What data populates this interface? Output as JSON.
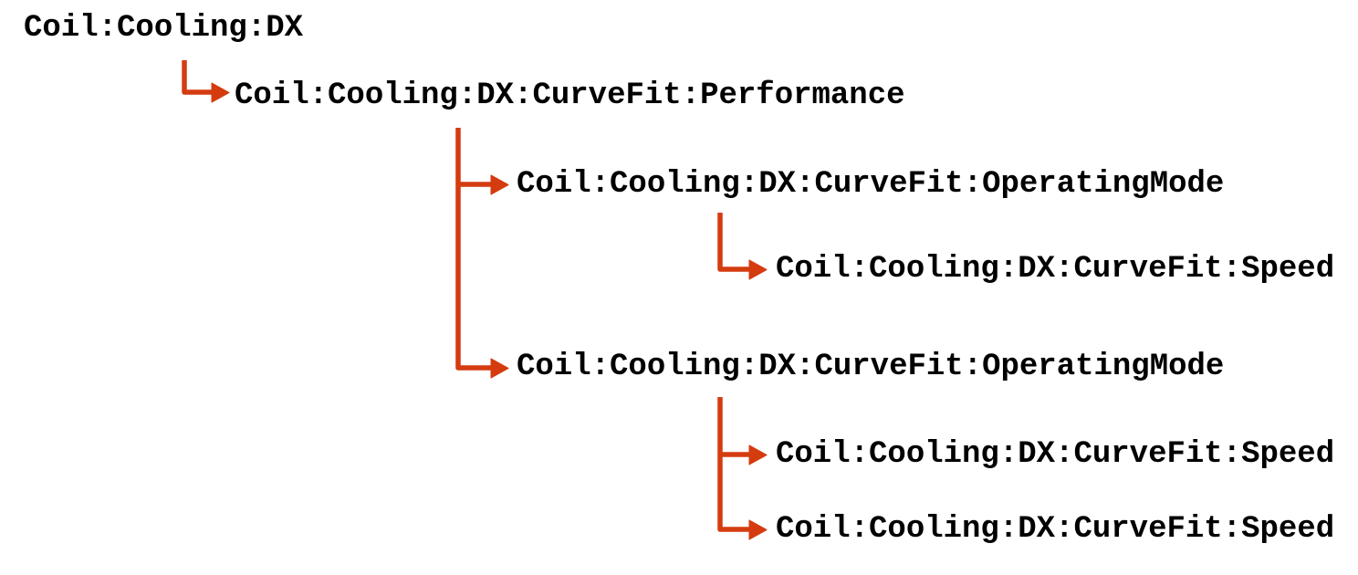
{
  "colors": {
    "arrow": "#d43c10",
    "text": "#000000",
    "background": "#ffffff"
  },
  "diagram": {
    "nodes": [
      {
        "id": "coil-cooling-dx",
        "label": "Coil:Cooling:DX",
        "level": 0,
        "parent": null
      },
      {
        "id": "curvefit-performance",
        "label": "Coil:Cooling:DX:CurveFit:Performance",
        "level": 1,
        "parent": "coil-cooling-dx"
      },
      {
        "id": "curvefit-operatingmode-1",
        "label": "Coil:Cooling:DX:CurveFit:OperatingMode",
        "level": 2,
        "parent": "curvefit-performance"
      },
      {
        "id": "curvefit-speed-1",
        "label": "Coil:Cooling:DX:CurveFit:Speed",
        "level": 3,
        "parent": "curvefit-operatingmode-1"
      },
      {
        "id": "curvefit-operatingmode-2",
        "label": "Coil:Cooling:DX:CurveFit:OperatingMode",
        "level": 2,
        "parent": "curvefit-performance"
      },
      {
        "id": "curvefit-speed-2",
        "label": "Coil:Cooling:DX:CurveFit:Speed",
        "level": 3,
        "parent": "curvefit-operatingmode-2"
      },
      {
        "id": "curvefit-speed-3",
        "label": "Coil:Cooling:DX:CurveFit:Speed",
        "level": 3,
        "parent": "curvefit-operatingmode-2"
      }
    ]
  }
}
